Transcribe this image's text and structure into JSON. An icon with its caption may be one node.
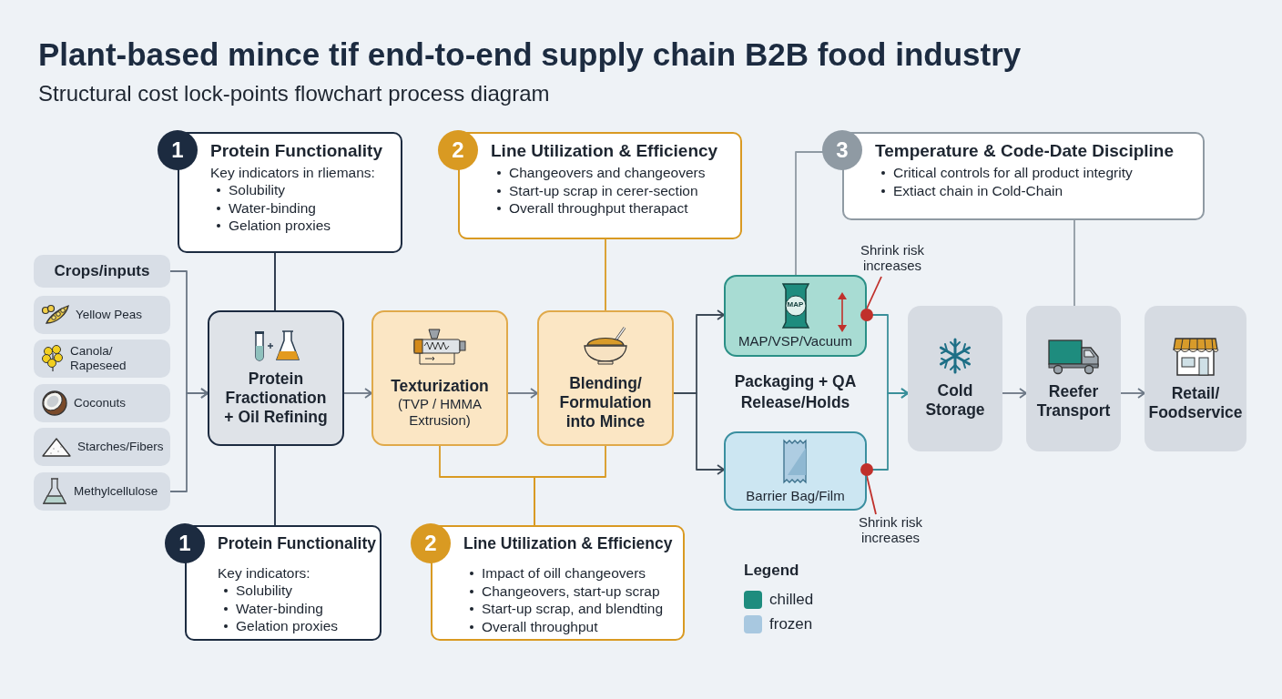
{
  "diagram": {
    "title": "Plant-based mince tif end-to-end supply chain B2B food industry",
    "nodes": [
      {
        "text": [
          "1",
          "Protein Functionality",
          "Key indicators in rliemans:",
          "Solubility",
          "Water-binding",
          "Gelation proxies"
        ]
      },
      {
        "text": [
          "2",
          "Line Utilization & Efficiency",
          "Changeovers and changeovers",
          "Start-up scrap in cerer-section",
          "Overall throughput therapact"
        ]
      },
      {
        "text": [
          "3",
          "Temperature & Code-Date Discipline",
          "Critical controls for all product integrity",
          "Extiact chain in Cold-Chain"
        ]
      },
      {
        "text": [
          "Crops/inputs"
        ]
      },
      {
        "text": [
          "Yellow Peas"
        ]
      },
      {
        "text": [
          "Canola/ Rapeseed"
        ]
      },
      {
        "text": [
          "Coconuts"
        ]
      },
      {
        "text": [
          "Starches/Fibers"
        ]
      },
      {
        "text": [
          "Methylcellulose"
        ]
      },
      {
        "text": [
          "Protein Fractionation + Oil Refining"
        ]
      },
      {
        "text": [
          "Texturization",
          "(TVP / HMMA Extrusion)"
        ]
      },
      {
        "text": [
          "Blending/ Formulation into Mince"
        ]
      },
      {
        "text": [
          "MAP",
          "MAP/VSP/Vacuum"
        ]
      },
      {
        "text": [
          "Barrier Bag/Film"
        ]
      },
      {
        "text": [
          "Cold Storage"
        ]
      },
      {
        "text": [
          "Reefer Transport"
        ]
      },
      {
        "text": [
          "Retail/ Foodservice"
        ]
      },
      {
        "text": [
          "1",
          "Protein Functionality",
          "Key indicators:",
          "Solubility",
          "Water-binding",
          "Gelation proxies"
        ]
      },
      {
        "text": [
          "2",
          "Line Utilization & Efficiency",
          "Impact of oill changeovers",
          "Changeovers, start-up scrap",
          "Start-up scrap, and blendting",
          "Overall throughput"
        ]
      },
      {
        "text": [
          "Shrink risk increases"
        ]
      },
      {
        "text": [],
        "shape": "circle"
      },
      {
        "text": [
          "Shrink risk increases"
        ]
      },
      {
        "text": [],
        "shape": "circle"
      }
    ],
    "edges": [
      {
        "from": 3,
        "to": 9,
        "arrow": "to"
      },
      {
        "from": 8,
        "to": 9,
        "arrow": "to"
      },
      {
        "from": 9,
        "to": 10,
        "arrow": "to"
      },
      {
        "from": 10,
        "to": 11,
        "arrow": "to"
      },
      {
        "from": 11,
        "to": 12,
        "arrow": "to",
        "color": "#3d4a57"
      },
      {
        "from": 11,
        "to": 13,
        "arrow": "to",
        "color": "#3d4a57"
      },
      {
        "from": 12,
        "to": 14,
        "arrow": "to",
        "color": "#3a8f9a"
      },
      {
        "from": 13,
        "to": 14,
        "arrow": "to",
        "color": "#3a8f9a"
      },
      {
        "from": 14,
        "to": 15,
        "arrow": "to"
      },
      {
        "from": 15,
        "to": 16,
        "arrow": "to"
      },
      {
        "from": 0,
        "to": 9,
        "arrow": "none",
        "color": "#1c2b40"
      },
      {
        "from": 9,
        "to": 17,
        "arrow": "none",
        "color": "#1c2b40"
      },
      {
        "from": 1,
        "to": 11,
        "arrow": "none",
        "color": "#d99a22"
      },
      {
        "from": 10,
        "to": 18,
        "arrow": "none",
        "color": "#d99a22"
      },
      {
        "from": 11,
        "to": 18,
        "arrow": "none",
        "color": "#d99a22"
      },
      {
        "from": 2,
        "to": 12,
        "arrow": "none",
        "color": "#8f9aa3"
      },
      {
        "from": 2,
        "to": 15,
        "arrow": "none",
        "color": "#8f9aa3"
      },
      {
        "from": 19,
        "to": 20,
        "arrow": "none",
        "color": "#c0302b"
      },
      {
        "from": 21,
        "to": 22,
        "arrow": "none",
        "color": "#c0302b"
      }
    ],
    "labels": [
      "Structural cost lock-points flowchart process diagram",
      "Packaging + QA Release/Holds",
      "Legend"
    ],
    "legend": [
      {
        "text": "chilled",
        "color": "#1e8c7e"
      },
      {
        "text": "frozen",
        "color": "#a8c8e0"
      }
    ]
  }
}
